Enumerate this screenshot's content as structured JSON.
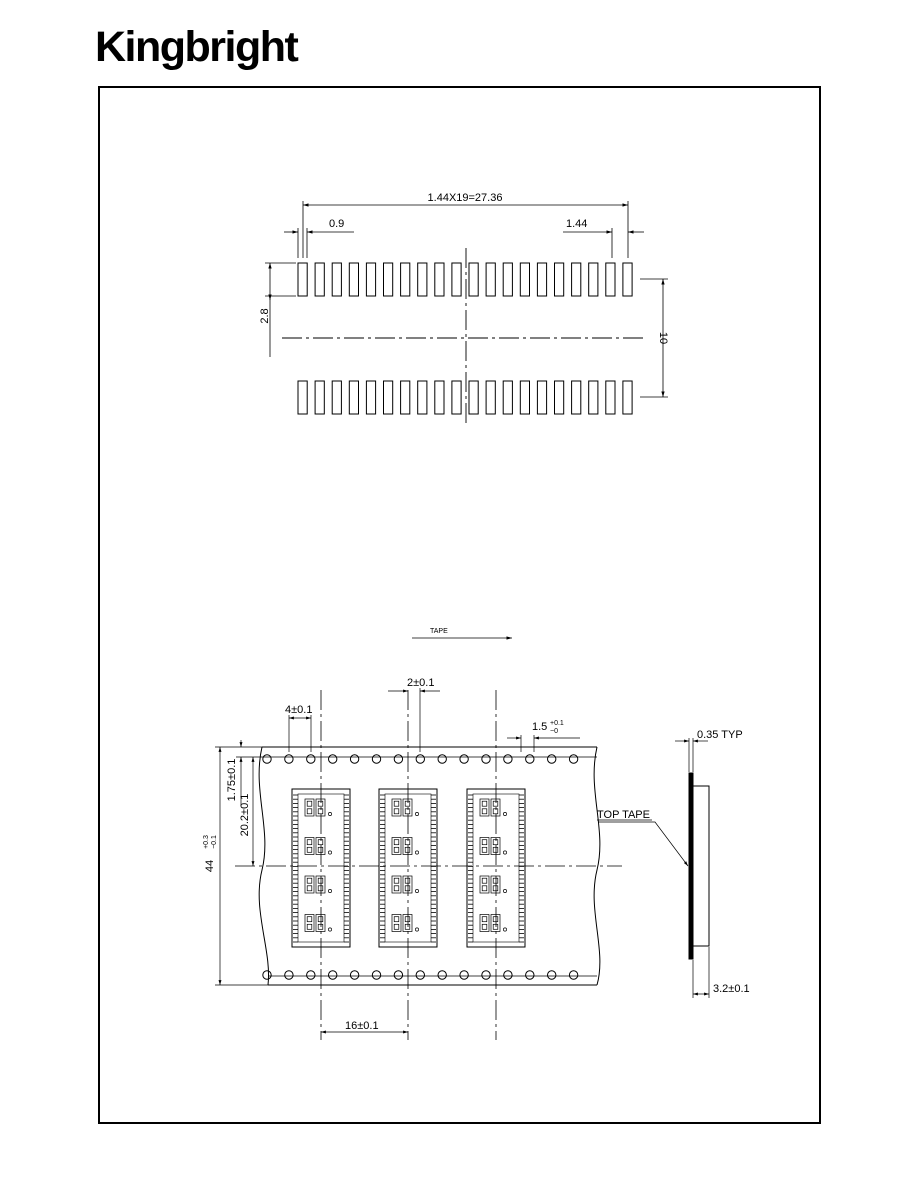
{
  "header": {
    "brand": "Kingbright"
  },
  "pad_layout": {
    "dim_total": "1.44X19=27.36",
    "dim_pad_width": "0.9",
    "dim_pitch": "1.44",
    "dim_pad_length": "2.8",
    "dim_row_spacing": "10",
    "pads_per_row": 20
  },
  "tape": {
    "direction_label": "TAPE",
    "dim_sprocket_pitch": "4±0.1",
    "dim_hole_to_pocket": "2±0.1",
    "dim_hole_dia": "1.5",
    "dim_hole_dia_tol_plus": "+0.1",
    "dim_hole_dia_tol_minus": "−0",
    "dim_edge_to_hole": "1.75±0.1",
    "dim_hole_to_center": "20.2±0.1",
    "dim_tape_width": "44",
    "dim_tape_width_tol_plus": "+0.3",
    "dim_tape_width_tol_minus": "−0.1",
    "dim_pocket_pitch": "16±0.1",
    "top_tape_label": "TOP TAPE",
    "dim_cover_thickness": "0.35 TYP",
    "dim_pocket_depth": "3.2±0.1",
    "pockets": 3,
    "digits_per_pocket": 4
  }
}
